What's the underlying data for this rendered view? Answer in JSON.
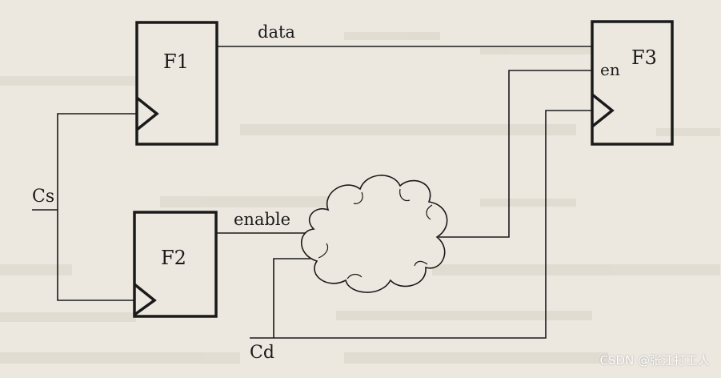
{
  "diagram": {
    "blocks": {
      "f1": {
        "label": "F1"
      },
      "f2": {
        "label": "F2"
      },
      "f3": {
        "label": "F3",
        "enable_pin": "en"
      }
    },
    "signals": {
      "data": "data",
      "enable": "enable",
      "source_clock": "Cs",
      "dest_clock": "Cd"
    }
  },
  "watermark": "CSDN @张江打工人"
}
